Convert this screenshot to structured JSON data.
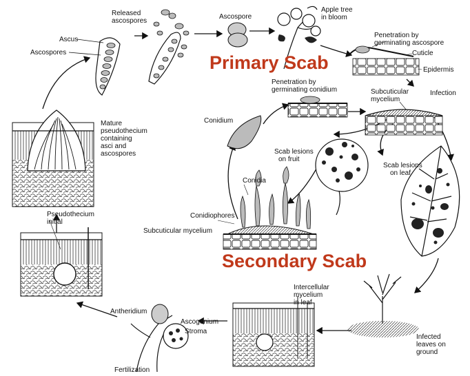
{
  "labels": {
    "released_ascospores": [
      "Released",
      "ascospores"
    ],
    "ascospore": "Ascospore",
    "apple_tree": [
      "Apple tree",
      "in bloom"
    ],
    "ascus": "Ascus",
    "ascospores": "Ascospores",
    "penetration_ascospore": [
      "Penetration by",
      "germinating ascospore"
    ],
    "cuticle": "Cuticle",
    "epidermis": "Epidermis",
    "penetration_conidium": [
      "Penetration by",
      "germinating conidium"
    ],
    "subcuticular_mycelium_top": [
      "Subcuticular",
      "mycelium"
    ],
    "infection": "Infection",
    "conidium": "Conidium",
    "mature_pseudothecium": [
      "Mature",
      "pseudothecium",
      "containing",
      "asci  and",
      "ascospores"
    ],
    "scab_lesions_fruit": [
      "Scab lesions",
      "on fruit"
    ],
    "scab_lesions_leaf": [
      "Scab lesions",
      "on leaf"
    ],
    "conidia": "Conidia",
    "conidiophores": "Conidiophores",
    "subcuticular_mycelium_bottom": "Subcuticular mycelium",
    "pseudothecium_initial": [
      "Pseudothecium",
      "initial"
    ],
    "intercellular_mycelium": [
      "Intercellular",
      "mycelium",
      "in leaf"
    ],
    "antheridium": "Antheridium",
    "ascogonium": "Ascogonium",
    "stroma": "Stroma",
    "fertilization": "Fertilization",
    "infected_leaves": [
      "Infected",
      "leaves on",
      "ground"
    ]
  },
  "titles": {
    "primary": "Primary Scab",
    "secondary": "Secondary Scab"
  },
  "colors": {
    "title": "#c0391b",
    "ink": "#111111"
  }
}
